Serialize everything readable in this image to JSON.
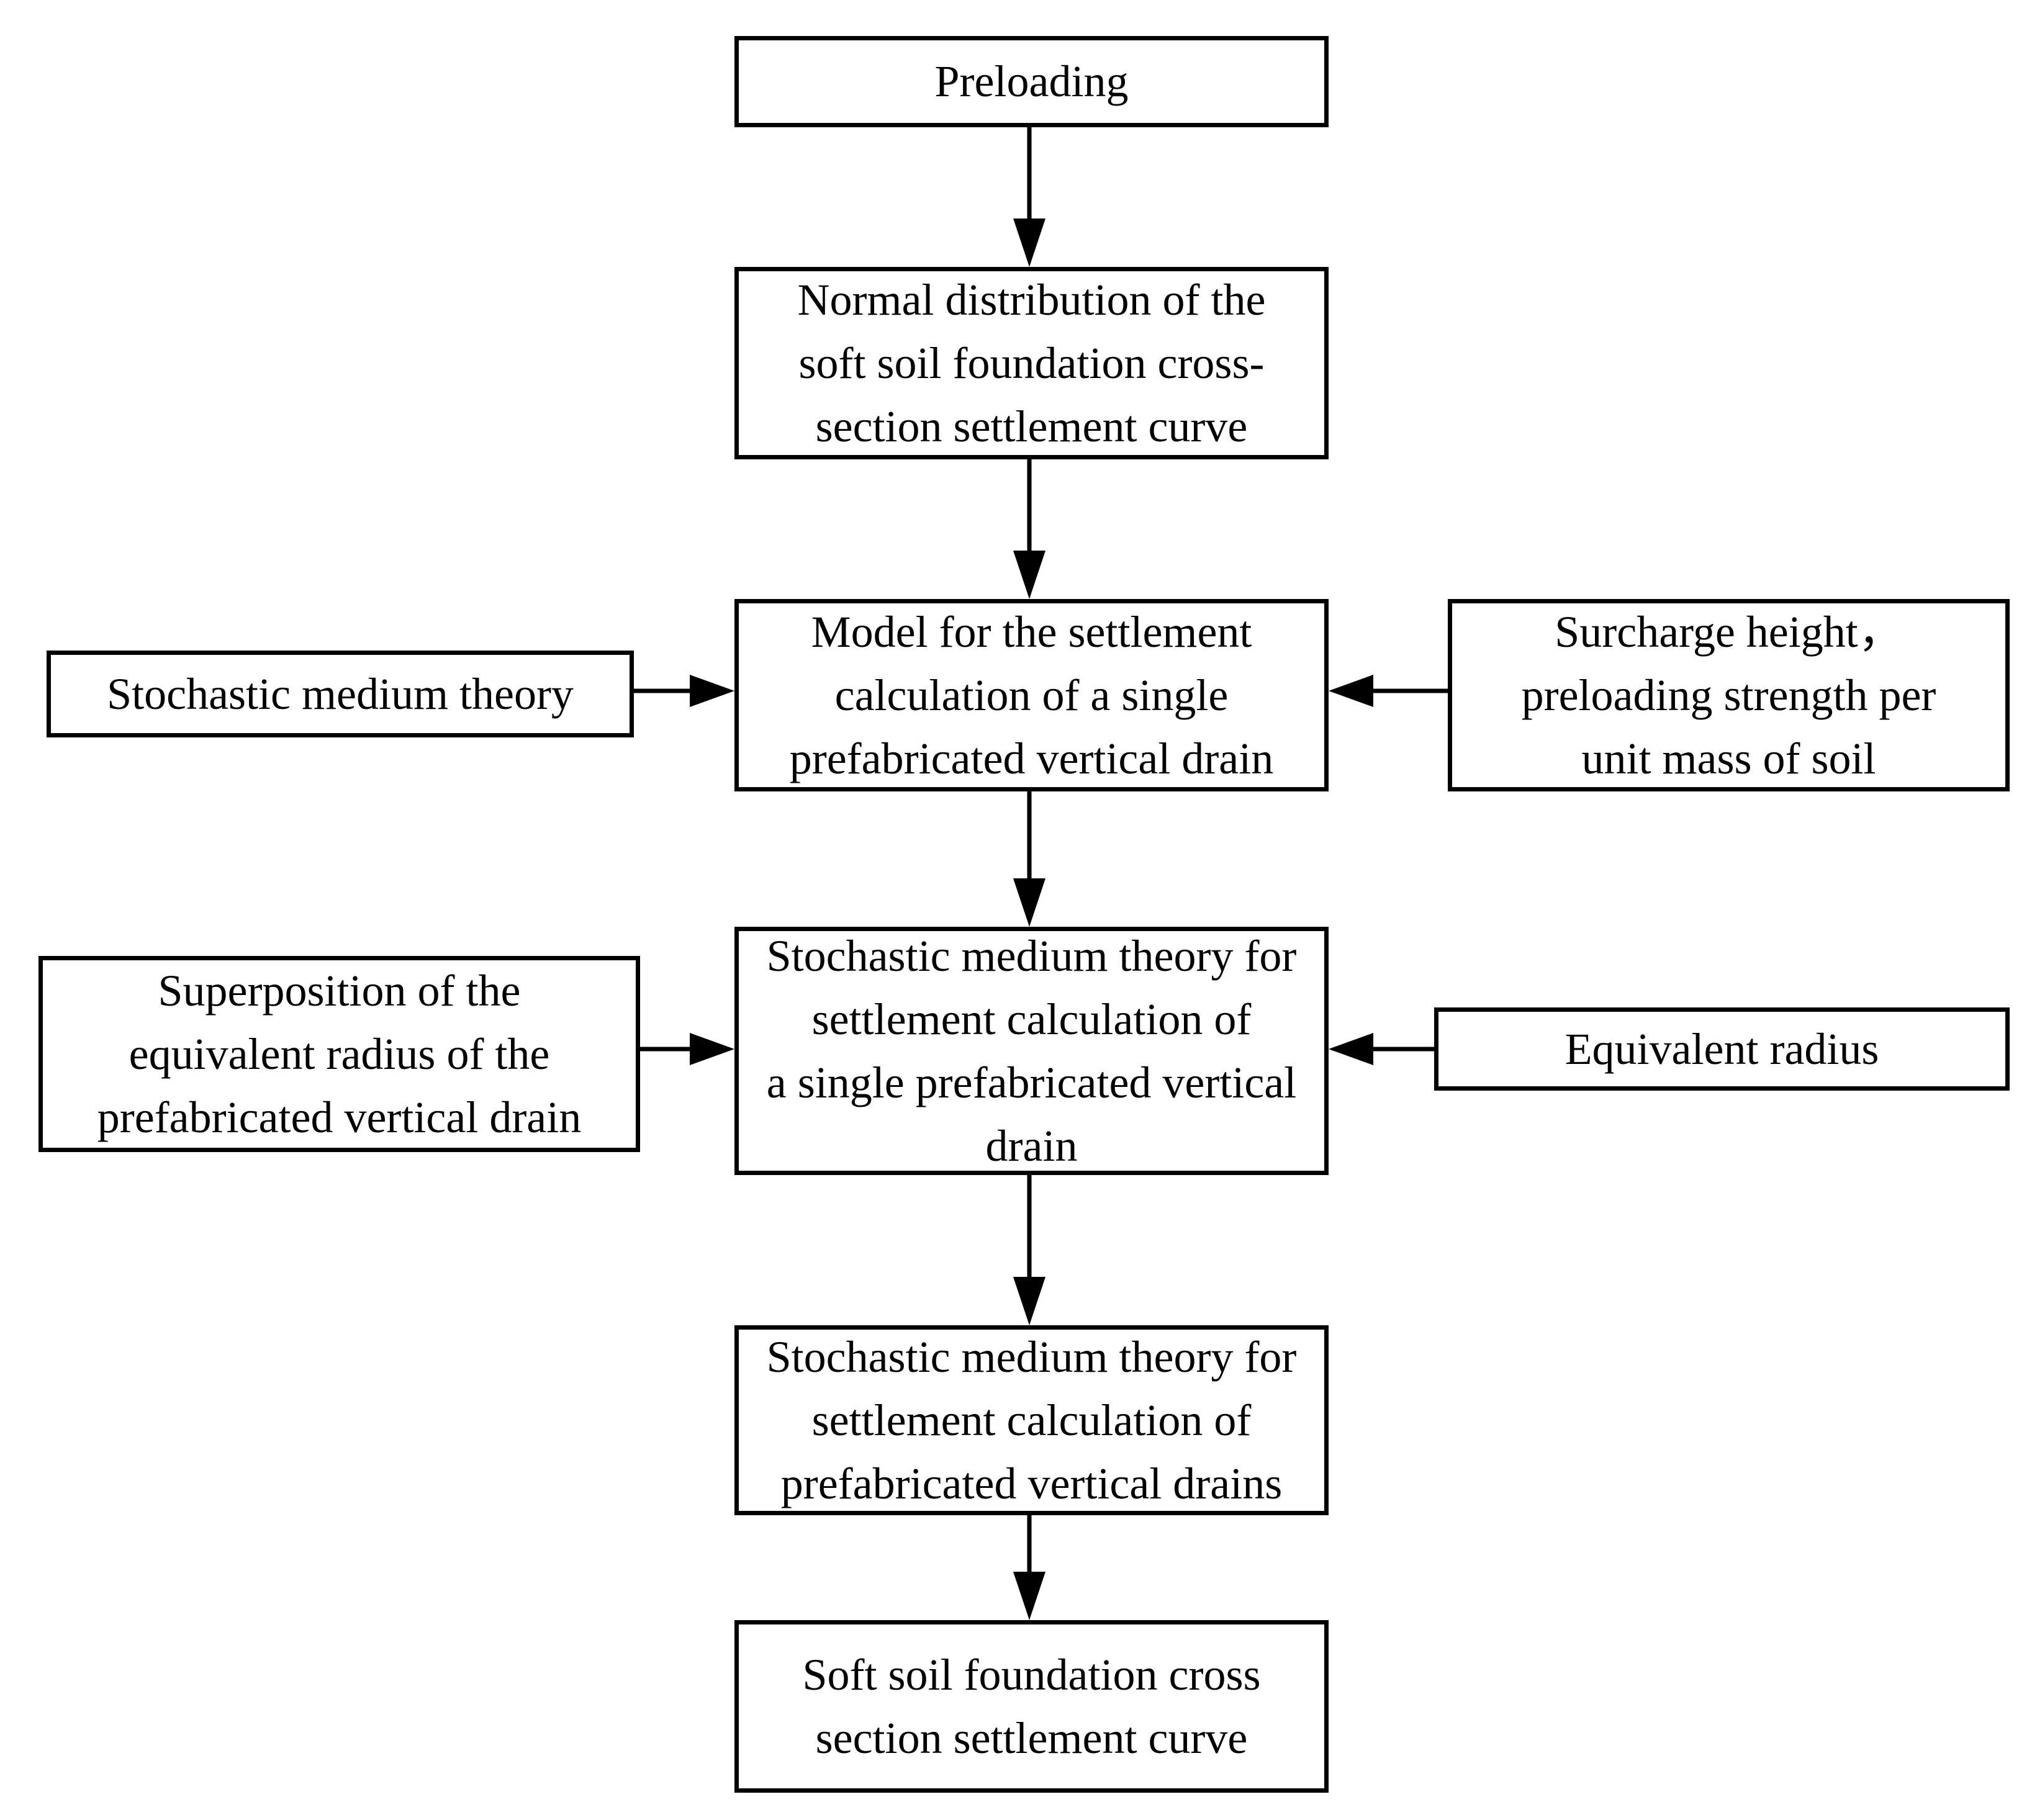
{
  "colors": {
    "ink": "#000000",
    "background": "#ffffff"
  },
  "flowchart": {
    "type": "flowchart",
    "nodes": {
      "preloading": {
        "label": "Preloading"
      },
      "normal_distribution": {
        "label": "Normal distribution of the\nsoft soil foundation cross-\nsection settlement curve"
      },
      "stochastic_medium_theory": {
        "label": "Stochastic medium theory"
      },
      "model_single_drain": {
        "label": "Model for the settlement\ncalculation of a single\nprefabricated vertical drain"
      },
      "surcharge_height": {
        "label": "Surcharge height，\npreloading strength per\nunit mass of soil"
      },
      "superposition_equivalent_radius": {
        "label": "Superposition of the\nequivalent radius of the\nprefabricated vertical drain"
      },
      "smt_single_drain": {
        "label": "Stochastic medium theory for\nsettlement calculation of\na single prefabricated vertical\ndrain"
      },
      "equivalent_radius": {
        "label": "Equivalent radius"
      },
      "smt_drains": {
        "label": "Stochastic medium theory for\nsettlement calculation of\nprefabricated vertical drains"
      },
      "settlement_curve": {
        "label": "Soft soil foundation cross\nsection settlement curve"
      }
    },
    "edges": [
      {
        "from": "preloading",
        "to": "normal_distribution",
        "direction": "down"
      },
      {
        "from": "normal_distribution",
        "to": "model_single_drain",
        "direction": "down"
      },
      {
        "from": "stochastic_medium_theory",
        "to": "model_single_drain",
        "direction": "right"
      },
      {
        "from": "surcharge_height",
        "to": "model_single_drain",
        "direction": "left"
      },
      {
        "from": "model_single_drain",
        "to": "smt_single_drain",
        "direction": "down"
      },
      {
        "from": "superposition_equivalent_radius",
        "to": "smt_single_drain",
        "direction": "right"
      },
      {
        "from": "equivalent_radius",
        "to": "smt_single_drain",
        "direction": "left"
      },
      {
        "from": "smt_single_drain",
        "to": "smt_drains",
        "direction": "down"
      },
      {
        "from": "smt_drains",
        "to": "settlement_curve",
        "direction": "down"
      }
    ]
  }
}
